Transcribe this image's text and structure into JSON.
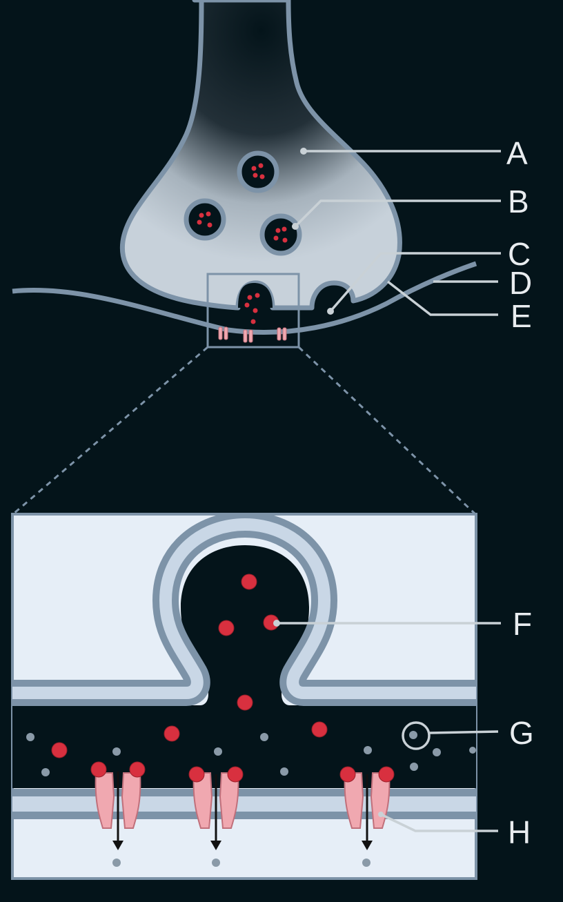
{
  "labels": {
    "A": "A",
    "B": "B",
    "C": "C",
    "D": "D",
    "E": "E",
    "F": "F",
    "G": "G",
    "H": "H"
  },
  "colors": {
    "background": "#04141a",
    "membrane": "#7d93a8",
    "cytoplasm": "#c5d0da",
    "inset_fill": "#e6eef7",
    "neurotransmitter": "#d8303f",
    "ion": "#8a9aa8",
    "channel": "#f0a8b0",
    "leader_line": "#c9d1d6"
  }
}
